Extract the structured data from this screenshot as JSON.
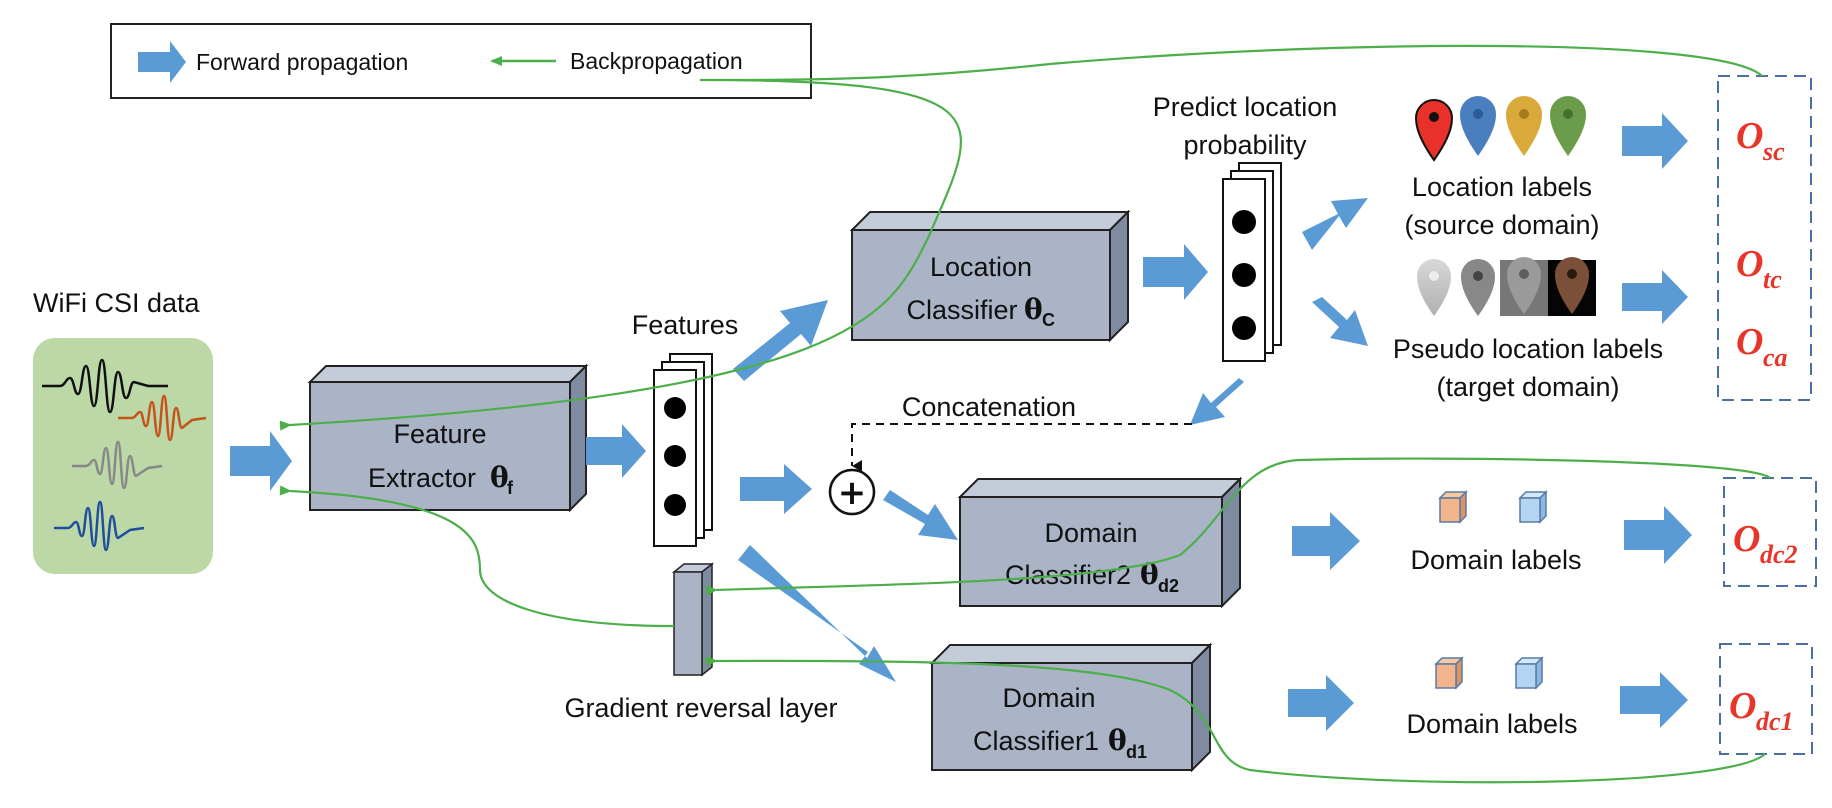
{
  "legend": {
    "forward": "Forward propagation",
    "backward": "Backpropagation"
  },
  "input": {
    "title": "WiFi CSI data"
  },
  "features_label": "Features",
  "feature_extractor": {
    "line1": "Feature",
    "line2": "Extractor",
    "symbol": "θ",
    "sub": "f"
  },
  "location_classifier": {
    "line1": "Location",
    "line2": "Classifier",
    "symbol": "θ",
    "sub": "C"
  },
  "predict": {
    "line1": "Predict location",
    "line2": "probability"
  },
  "location_labels": {
    "line1": "Location labels",
    "line2": "(source domain)"
  },
  "pseudo_labels": {
    "line1": "Pseudo location labels",
    "line2": "(target domain)"
  },
  "concatenation": "Concatenation",
  "plus": "+",
  "domain_classifier2": {
    "line1": "Domain",
    "line2": "Classifier2",
    "symbol": "θ",
    "sub": "d2"
  },
  "domain_classifier1": {
    "line1": "Domain",
    "line2": "Classifier1",
    "symbol": "θ",
    "sub": "d1"
  },
  "grl": "Gradient reversal layer",
  "domain_labels_2": "Domain labels",
  "domain_labels_1": "Domain labels",
  "objectives": {
    "sc": {
      "main": "O",
      "sub": "sc"
    },
    "tc": {
      "main": "O",
      "sub": "tc"
    },
    "ca": {
      "main": "O",
      "sub": "ca"
    },
    "dc2": {
      "main": "O",
      "sub": "dc2"
    },
    "dc1": {
      "main": "O",
      "sub": "dc1"
    }
  },
  "colors": {
    "arrow_blue": "#5b9bd5",
    "backprop_green": "#4daf4a",
    "box_fill": "#aab4c6",
    "box_top": "#c4ccd9",
    "box_side": "#7f8ba0",
    "objective_red": "#e8352a",
    "dashed_box": "#4a6fa5",
    "input_bg": "#bcd8a6",
    "pin_red": "#e8312a",
    "pin_blue": "#4a7fbf",
    "pin_yellow": "#d9a93a",
    "pin_green": "#6a9c4c",
    "wave_black": "#111111",
    "wave_orange": "#c4541c",
    "wave_gray": "#888888",
    "wave_blue": "#1f4e9c"
  },
  "icons": [
    "forward-arrow-icon",
    "backprop-arrow-icon",
    "map-pin-icon",
    "cube-icon",
    "plus-circle-icon",
    "neuron-dot-icon"
  ]
}
